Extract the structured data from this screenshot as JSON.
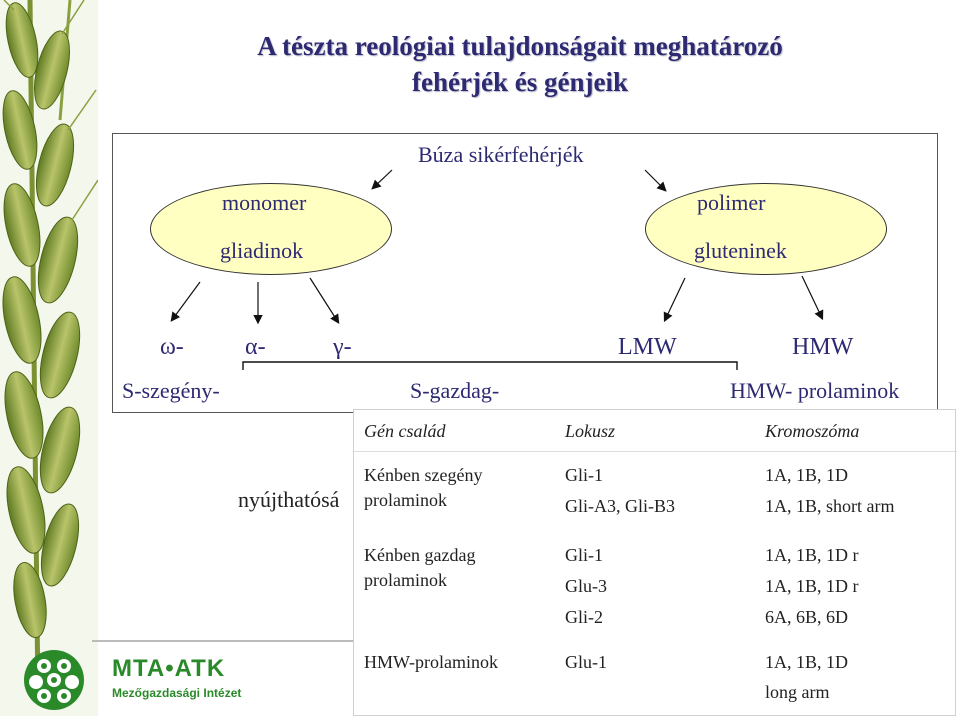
{
  "title": {
    "line1": "A tészta reológiai tulajdonságait meghatározó",
    "line2": "fehérjék és génjeik"
  },
  "diagram": {
    "top": "Búza sikérfehérjék",
    "left_ellipse": {
      "line1": "monomer",
      "line2": "gliadinok"
    },
    "right_ellipse": {
      "line1": "polimer",
      "line2": "gluteninek"
    },
    "omega": "ω-",
    "alpha": "α-",
    "gamma": "γ-",
    "lmw": "LMW",
    "hmw": "HMW",
    "s_poor": "S-szegény-",
    "s_rich": "S-gazdag-",
    "hmw_prolamin": "HMW- prolaminok",
    "partial_left": "nyújthatósá"
  },
  "table": {
    "headers": [
      "Gén család",
      "Lokusz",
      "Kromoszóma"
    ],
    "rows": [
      {
        "family": [
          "Kénben szegény",
          "prolaminok"
        ],
        "locus": [
          "Gli-1",
          "Gli-A3, Gli-B3"
        ],
        "chromosome": [
          "1A, 1B, 1D",
          "1A, 1B, short arm"
        ]
      },
      {
        "family": [
          "Kénben gazdag",
          "prolaminok"
        ],
        "locus": [
          "Gli-1",
          "Glu-3",
          "Gli-2"
        ],
        "chromosome": [
          "1A, 1B, 1D r",
          "1A, 1B, 1D r",
          "6A, 6B, 6D"
        ]
      },
      {
        "family": [
          "HMW-prolaminok"
        ],
        "locus": [
          "Glu-1"
        ],
        "chromosome": [
          "1A, 1B, 1D",
          "long arm"
        ]
      }
    ]
  },
  "logo": {
    "name": "MTA•ATK",
    "subtitle": "Mezőgazdasági Intézet"
  },
  "colors": {
    "title": "#2d2a72",
    "ellipse": "#ffffc2",
    "logo": "#2a8a2a"
  }
}
